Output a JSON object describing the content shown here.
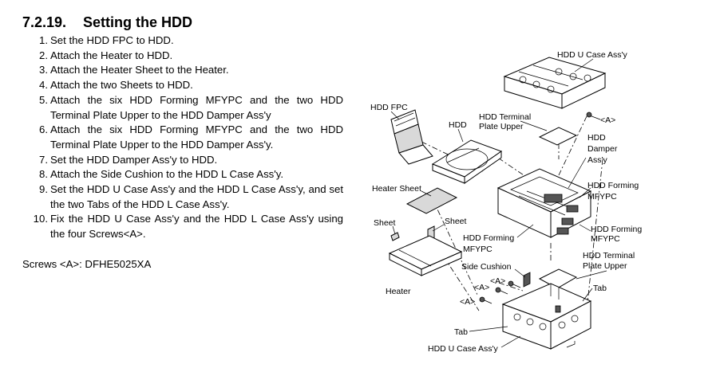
{
  "section": {
    "number": "7.2.19.",
    "title": "Setting the HDD"
  },
  "steps": [
    {
      "num": "1.",
      "text": "Set the HDD FPC to HDD."
    },
    {
      "num": "2.",
      "text": "Attach the Heater to HDD."
    },
    {
      "num": "3.",
      "text": "Attach the Heater Sheet to the Heater."
    },
    {
      "num": "4.",
      "text": "Attach the two Sheets to HDD."
    },
    {
      "num": "5.",
      "text": "Attach the six HDD Forming MFYPC and the two HDD Terminal Plate Upper to the HDD Damper Ass'y"
    },
    {
      "num": "6.",
      "text": "Attach the six HDD Forming MFYPC and the two HDD Terminal Plate Upper to the HDD Damper Ass'y."
    },
    {
      "num": "7.",
      "text": "Set the HDD Damper Ass'y to HDD."
    },
    {
      "num": "8.",
      "text": "Attach the Side Cushion to the HDD L Case Ass'y."
    },
    {
      "num": "9.",
      "text": "Set the HDD U Case Ass'y and the HDD L Case Ass'y, and set the two Tabs of the HDD L Case Ass'y."
    },
    {
      "num": "10.",
      "text": "Fix the HDD U Case Ass'y and the HDD L Case Ass'y using the four Screws<A>."
    }
  ],
  "screws_note": "Screws <A>: DFHE5025XA",
  "diagram": {
    "labels": {
      "hdd_u_case_top": "HDD U Case Ass'y",
      "screw_a_top": "<A>",
      "hdd_fpc": "HDD FPC",
      "hdd": "HDD",
      "hdd_terminal_upper_1": [
        "HDD Terminal",
        "Plate Upper"
      ],
      "hdd_damper": [
        "HDD",
        "Damper",
        "Ass'y"
      ],
      "heater_sheet": "Heater Sheet",
      "hdd_forming_1": [
        "HDD Forming",
        "MFYPC"
      ],
      "sheet_left": "Sheet",
      "sheet_right": "Sheet",
      "hdd_forming_2": [
        "HDD Forming",
        "MFYPC"
      ],
      "hdd_forming_3": [
        "HDD Forming",
        "MFYPC"
      ],
      "hdd_terminal_upper_2": [
        "HDD Terminal",
        "Plate Upper"
      ],
      "side_cushion": "Side Cushion",
      "screw_a_1": "<A>",
      "screw_a_2": "<A>",
      "screw_a_3": "<A>",
      "heater": "Heater",
      "tab_right": "Tab",
      "tab_bottom": "Tab",
      "hdd_u_case_bottom": "HDD U Case Ass'y"
    }
  }
}
